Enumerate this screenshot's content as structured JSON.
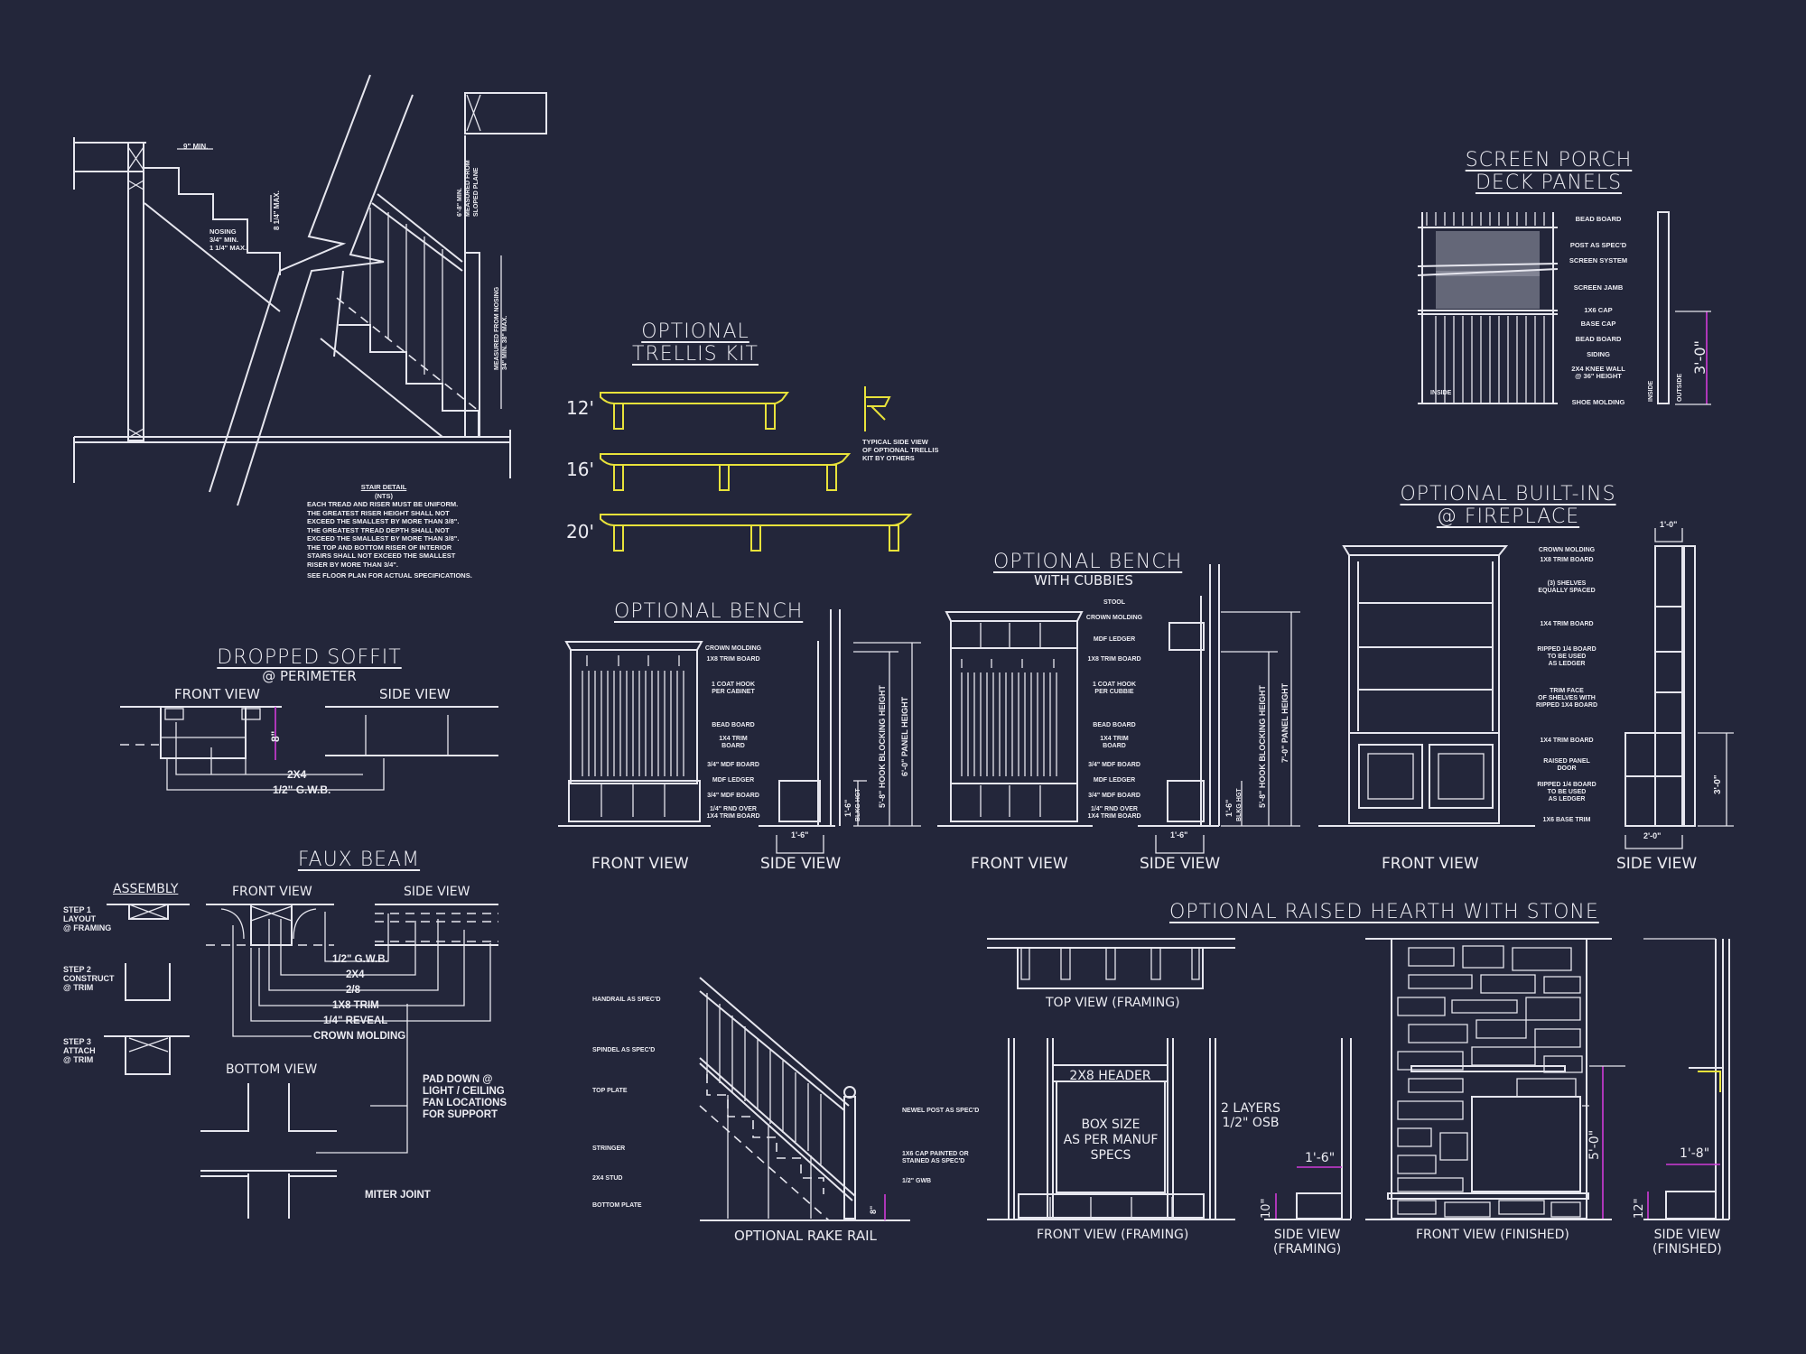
{
  "sheet": {
    "background": "#23263a",
    "line_color": "#e6e6ee",
    "accent_yellow": "#e8e23a",
    "dimension_magenta": "#d03ad8"
  },
  "stair_detail": {
    "title": "STAIR DETAIL",
    "subtitle": "(NTS)",
    "notes": [
      "EACH TREAD AND RISER MUST BE UNIFORM.",
      "THE GREATEST RISER HEIGHT SHALL NOT",
      "EXCEED THE SMALLEST BY MORE THAN 3/8\".",
      "THE GREATEST TREAD DEPTH SHALL NOT",
      "EXCEED THE SMALLEST BY MORE THAN 3/8\".",
      "THE TOP AND BOTTOM RISER OF INTERIOR",
      "STAIRS SHALL NOT EXCEED THE SMALLEST",
      "RISER BY MORE THAN 3/4\"."
    ],
    "footer": "SEE FLOOR PLAN FOR ACTUAL SPECIFICATIONS.",
    "dim_tread": "9\" MIN.",
    "dim_riser": "8 1/4\" MAX.",
    "nosing": [
      "NOSING",
      "3/4\" MIN.",
      "1 1/4\" MAX."
    ],
    "headroom": [
      "6'-8\" MIN.",
      "MEASURED FROM",
      "SLOPED PLANE"
    ],
    "rail_height": [
      "MEASURED FROM NOSING",
      "34\" MIN. 38\" MAX."
    ]
  },
  "trellis": {
    "title_line1": "OPTIONAL",
    "title_line2": "TRELLIS KIT",
    "sizes": [
      "12'",
      "16'",
      "20'"
    ],
    "side_note": [
      "TYPICAL SIDE VIEW",
      "OF OPTIONAL TRELLIS",
      "KIT BY OTHERS"
    ]
  },
  "screen_porch": {
    "title_line1": "SCREEN PORCH",
    "title_line2": "DECK PANELS",
    "labels": [
      "BEAD BOARD",
      "POST AS SPEC'D",
      "SCREEN SYSTEM",
      "SCREEN JAMB",
      "1x6 CAP",
      "BASE CAP",
      "BEAD BOARD",
      "SIDING",
      "2x4 KNEE WALL",
      "@ 36\" HEIGHT",
      "SHOE MOLDING"
    ],
    "inside": "INSIDE",
    "outside": "OUTSIDE",
    "dim": "3'-0\""
  },
  "dropped_soffit": {
    "title": "DROPPED SOFFIT",
    "subtitle": "@ PERIMETER",
    "front_view": "FRONT VIEW",
    "side_view": "SIDE VIEW",
    "label_2x4": "2x4",
    "label_gwb": "1/2\" G.W.B.",
    "dim": "8\""
  },
  "faux_beam": {
    "title": "FAUX BEAM",
    "assembly": "ASSEMBLY",
    "front_view": "FRONT VIEW",
    "side_view": "SIDE VIEW",
    "bottom_view": "BOTTOM VIEW",
    "steps": [
      {
        "step": "STEP 1",
        "desc1": "LAYOUT",
        "desc2": "@ FRAMING"
      },
      {
        "step": "STEP 2",
        "desc1": "CONSTRUCT",
        "desc2": "@ TRIM"
      },
      {
        "step": "STEP 3",
        "desc1": "ATTACH",
        "desc2": "@ TRIM"
      }
    ],
    "labels": [
      "1/2\" G.W.B.",
      "2x4",
      "2/8",
      "1x8 TRIM",
      "1/4\" REVEAL",
      "CROWN MOLDING"
    ],
    "pad_note": [
      "PAD DOWN @",
      "LIGHT / CEILING",
      "FAN LOCATIONS",
      "FOR SUPPORT"
    ],
    "miter": "MITER JOINT"
  },
  "bench": {
    "title": "OPTIONAL BENCH",
    "labels": [
      "CROWN MOLDING",
      "1x8 TRIM BOARD",
      "1 COAT HOOK",
      "PER CABINET",
      "BEAD BOARD",
      "1x4 TRIM",
      "BOARD",
      "3/4\" MDF BOARD",
      "MDF LEDGER",
      "3/4\" MDF BOARD",
      "1/4\" RND OVER",
      "1x4 TRIM BOARD"
    ],
    "dim_seat": "1'-6\"",
    "dim_depth": "1'-6\"",
    "blkg": "BLKG HGT",
    "hook_height": "5'-8\" HOOK BLOCKING HEIGHT",
    "panel_height": "6'-0\" PANEL HEIGHT",
    "front_view": "FRONT VIEW",
    "side_view": "SIDE VIEW"
  },
  "bench_cubbies": {
    "title": "OPTIONAL BENCH",
    "subtitle": "WITH CUBBIES",
    "labels": [
      "STOOL",
      "CROWN MOLDING",
      "MDF LEDGER",
      "1x8 TRIM BOARD",
      "1 COAT HOOK",
      "PER CUBBIE",
      "BEAD BOARD",
      "1x4 TRIM",
      "BOARD",
      "3/4\" MDF BOARD",
      "MDF LEDGER",
      "3/4\" MDF BOARD",
      "1/4\" RND OVER",
      "1x4 TRIM BOARD"
    ],
    "dim_seat": "1'-6\"",
    "dim_depth": "1'-6\"",
    "blkg": "BLKG HGT",
    "hook_height": "5'-8\" HOOK BLOCKING HEIGHT",
    "panel_height": "7'-0\" PANEL HEIGHT",
    "front_view": "FRONT VIEW",
    "side_view": "SIDE VIEW"
  },
  "builtins": {
    "title_line1": "OPTIONAL BUILT-INS",
    "title_line2": "@ FIREPLACE",
    "labels": [
      "CROWN MOLDING",
      "1x8 TRIM BOARD",
      "(3) SHELVES",
      "EQUALLY SPACED",
      "1x4 TRIM BOARD",
      "RIPPED 1/4 BOARD",
      "TO BE USED",
      "AS LEDGER",
      "TRIM FACE",
      "OF SHELVES WITH",
      "RIPPED 1x4 BOARD",
      "1x4 TRIM BOARD",
      "RAISED PANEL",
      "DOOR",
      "RIPPED 1/4 BOARD",
      "TO BE USED",
      "AS LEDGER",
      "1x6 BASE TRIM"
    ],
    "dim_top": "1'-0\"",
    "dim_bottom": "2'-0\"",
    "dim_height": "3'-0\"",
    "front_view": "FRONT VIEW",
    "side_view": "SIDE VIEW"
  },
  "rake_rail": {
    "title": "OPTIONAL RAKE RAIL",
    "left_labels": [
      "HANDRAIL AS SPEC'D",
      "SPINDEL AS SPEC'D",
      "TOP PLATE",
      "STRINGER",
      "2x4 STUD",
      "BOTTOM PLATE"
    ],
    "right_labels": [
      "NEWEL POST AS SPEC'D",
      "1x6 CAP PAINTED OR",
      "STAINED AS SPEC'D",
      "1/2\" GWB"
    ],
    "dim": "8\""
  },
  "hearth": {
    "title": "OPTIONAL RAISED HEARTH WITH STONE",
    "top_view": "TOP VIEW (FRAMING)",
    "front_framing": "FRONT VIEW (FRAMING)",
    "side_framing": [
      "SIDE VIEW",
      "(FRAMING)"
    ],
    "front_finished": "FRONT VIEW (FINISHED)",
    "side_finished": [
      "SIDE VIEW",
      "(FINISHED)"
    ],
    "header": "2x8 HEADER",
    "box": [
      "BOX SIZE",
      "AS PER MANUF",
      "SPECS"
    ],
    "osb": [
      "2 LAYERS",
      "1/2\" OSB"
    ],
    "dim_framing_depth": "1'-6\"",
    "dim_framing_height": "10\"",
    "dim_finished_height": "5'-0\"",
    "dim_finished_depth": "1'-8\"",
    "dim_finished_hearth": "12\""
  }
}
